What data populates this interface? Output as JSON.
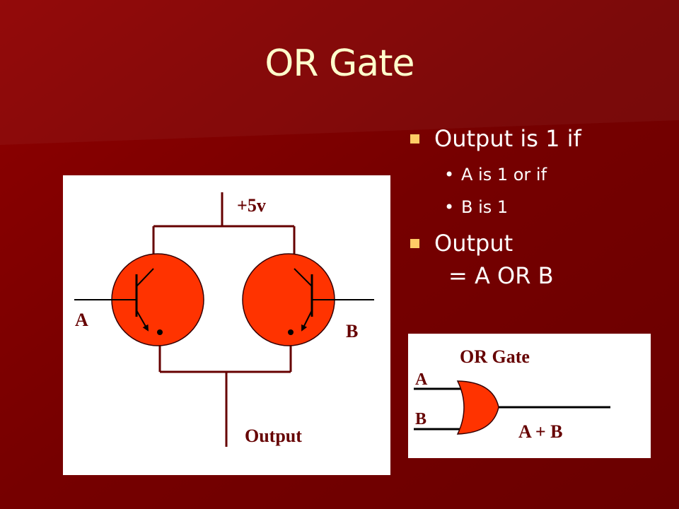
{
  "slide": {
    "title": "OR Gate",
    "colors": {
      "background": "#7a0000",
      "title": "#ffffcc",
      "bullet_text": "#ffffff",
      "square_bullet": "#ffcc66",
      "transistor_fill": "#ff3300",
      "wire": "#660000",
      "label": "#660000",
      "panel": "#ffffff"
    }
  },
  "bullets": [
    {
      "text": "Output is 1 if",
      "sub": [
        {
          "text": "A is 1 or if"
        },
        {
          "text": "B is 1"
        }
      ]
    },
    {
      "lines": [
        "Output",
        "= A OR B"
      ]
    }
  ],
  "transistor_circuit": {
    "supply_label": "+5v",
    "input_a": "A",
    "input_b": "B",
    "output_label": "Output"
  },
  "gate_diagram": {
    "title": "OR Gate",
    "input_a": "A",
    "input_b": "B",
    "expression": "A + B"
  },
  "symbols": {
    "square_bullet": "square-bullet-icon",
    "round_bullet": "•"
  }
}
